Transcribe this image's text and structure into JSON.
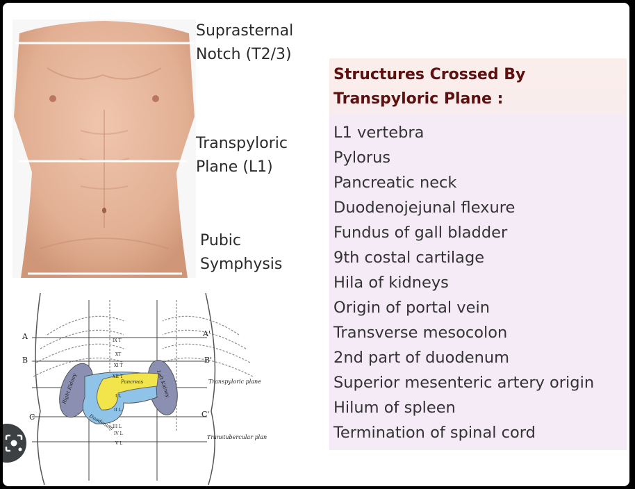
{
  "plane_labels": {
    "suprasternal": [
      "Suprasternal",
      "Notch (T2/3)"
    ],
    "transpyloric": [
      "Transpyloric",
      "Plane (L1)"
    ],
    "pubic": [
      "Pubic",
      "Symphysis"
    ]
  },
  "panel": {
    "title_lines": [
      "Structures Crossed By",
      "Transpyloric Plane :"
    ],
    "items": [
      "L1 vertebra",
      "Pylorus",
      "Pancreatic neck",
      "Duodenojejunal flexure",
      "Fundus of gall bladder",
      "9th costal cartilage",
      "Hila of kidneys",
      "Origin of portal vein",
      "Transverse mesocolon",
      "2nd part of duodenum",
      "Superior mesenteric artery origin",
      "Hilum of spleen",
      "Termination of spinal cord"
    ]
  },
  "diagram": {
    "letters_left": [
      "A",
      "B",
      "C"
    ],
    "letters_right": [
      "A'",
      "B'",
      "C'"
    ],
    "organ_labels": [
      "Right Kidney",
      "Left Kidney",
      "Pancreas",
      "Duodenum"
    ],
    "vertebra_labels": [
      "IX T",
      "XT",
      "XI T",
      "XII T",
      "I L",
      "II L",
      "III L",
      "IV L",
      "V L"
    ],
    "plane_notes": [
      "Transpyloric plane",
      "Transtubercular plane"
    ]
  },
  "colors": {
    "panel_background": "#f5ebf7",
    "title_background": "#fbeeea",
    "title_text": "#5c1010",
    "kidney": "#8b8fb2",
    "pancreas": "#f2e44b",
    "duodenum": "#8fc3e8",
    "skin": "#e6b89e"
  },
  "icons": {
    "lens_button": "camera-search-icon"
  }
}
